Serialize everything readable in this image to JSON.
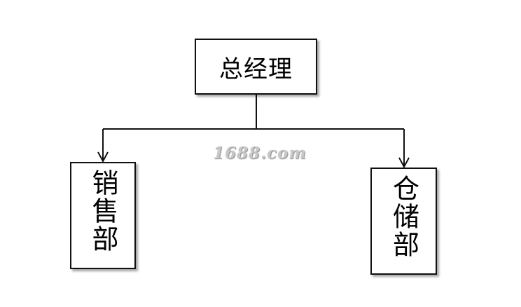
{
  "diagram": {
    "type": "org-chart",
    "root": {
      "label": "总经理"
    },
    "children": [
      {
        "label": "销售部"
      },
      {
        "label": "仓储部"
      }
    ],
    "watermark": "1688.com",
    "colors": {
      "line": "#111111",
      "box_border": "#111111",
      "watermark": "#c8c8c8"
    }
  }
}
